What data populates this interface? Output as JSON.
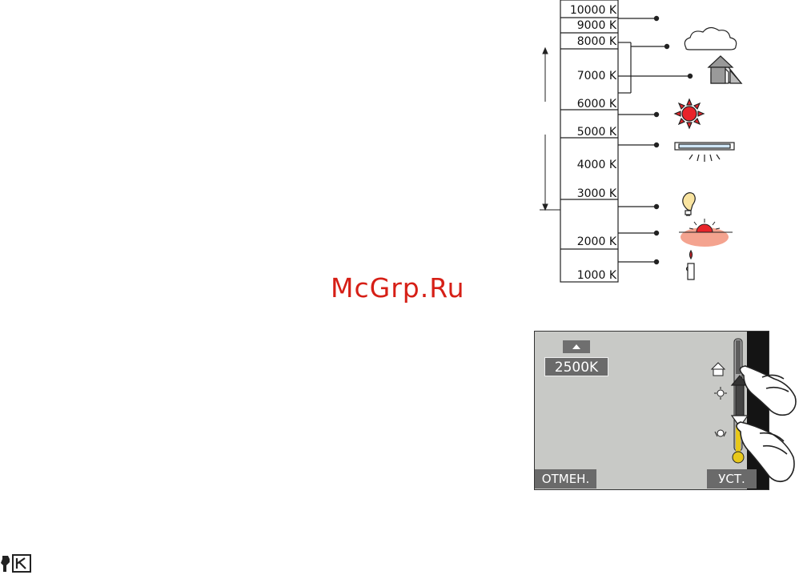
{
  "scale": {
    "labels": [
      "10000 K",
      "9000 K",
      "8000 K",
      "7000 K",
      "6000 K",
      "5000 K",
      "4000 K",
      "3000 K",
      "2000 K",
      "1000 K"
    ],
    "icons": [
      "cloud-icon",
      "shade-icon",
      "sun-icon",
      "fluorescent-lamp-icon",
      "light-bulb-icon",
      "sunset-icon",
      "candle-icon"
    ],
    "colors": {
      "sun": "#e8242a",
      "sunset": "#f4a38f",
      "fluorescent": "#cfe6f7",
      "bulb": "#f9e4a0",
      "candle_flame": "#e8242a"
    }
  },
  "watermark": {
    "text": "McGrp.Ru",
    "color": "#d61f16"
  },
  "camera_screen": {
    "value": "2500K",
    "cancel_label": "ОТМЕН.",
    "set_label": "УСТ.",
    "icons": [
      "up-arrow-icon",
      "shade-icon",
      "sun-icon",
      "light-bulb-icon",
      "temperature-bar-icon",
      "finger-icon"
    ]
  },
  "corner": {
    "icon": "setting-k-icon"
  }
}
